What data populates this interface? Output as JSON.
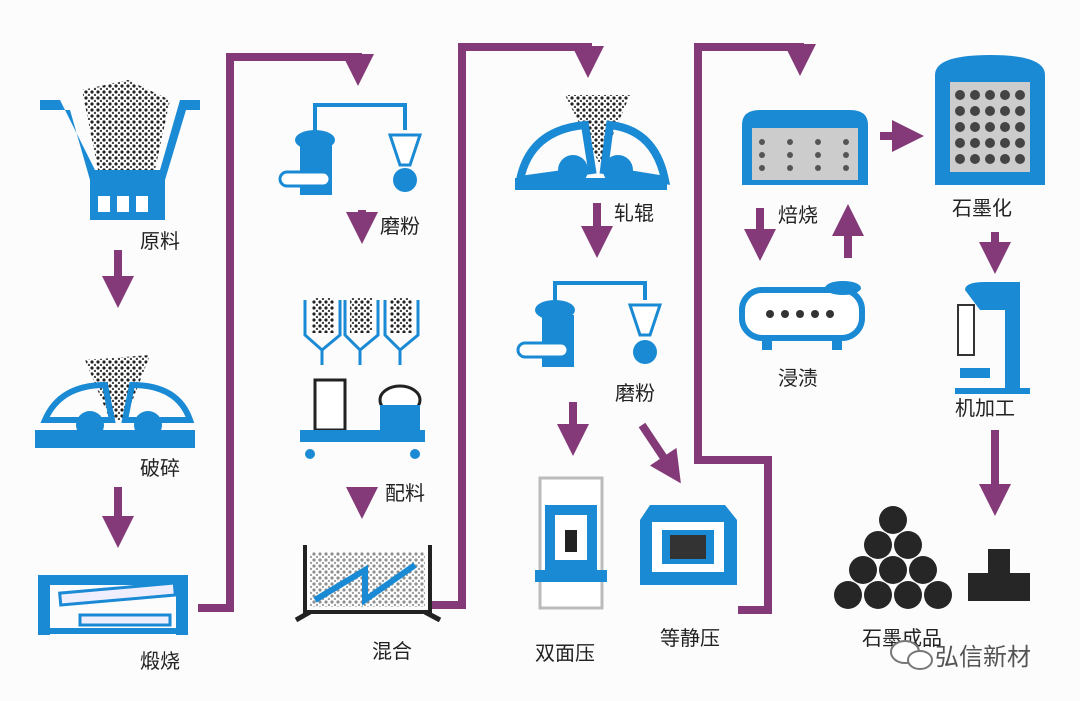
{
  "colors": {
    "machine_blue": "#1a8ad4",
    "arrow_purple": "#843a78",
    "product_dark": "#262626"
  },
  "steps": {
    "raw": "原料",
    "crush": "破碎",
    "calcine": "煅烧",
    "grind1": "磨粉",
    "batch": "配料",
    "mix": "混合",
    "roll": "轧辊",
    "grind2": "磨粉",
    "double_press": "双面压",
    "isostatic": "等静压",
    "bake": "焙烧",
    "impregnate": "浸渍",
    "graphitize": "石墨化",
    "machining": "机加工",
    "product": "石墨成品"
  },
  "watermark": "弘信新材"
}
